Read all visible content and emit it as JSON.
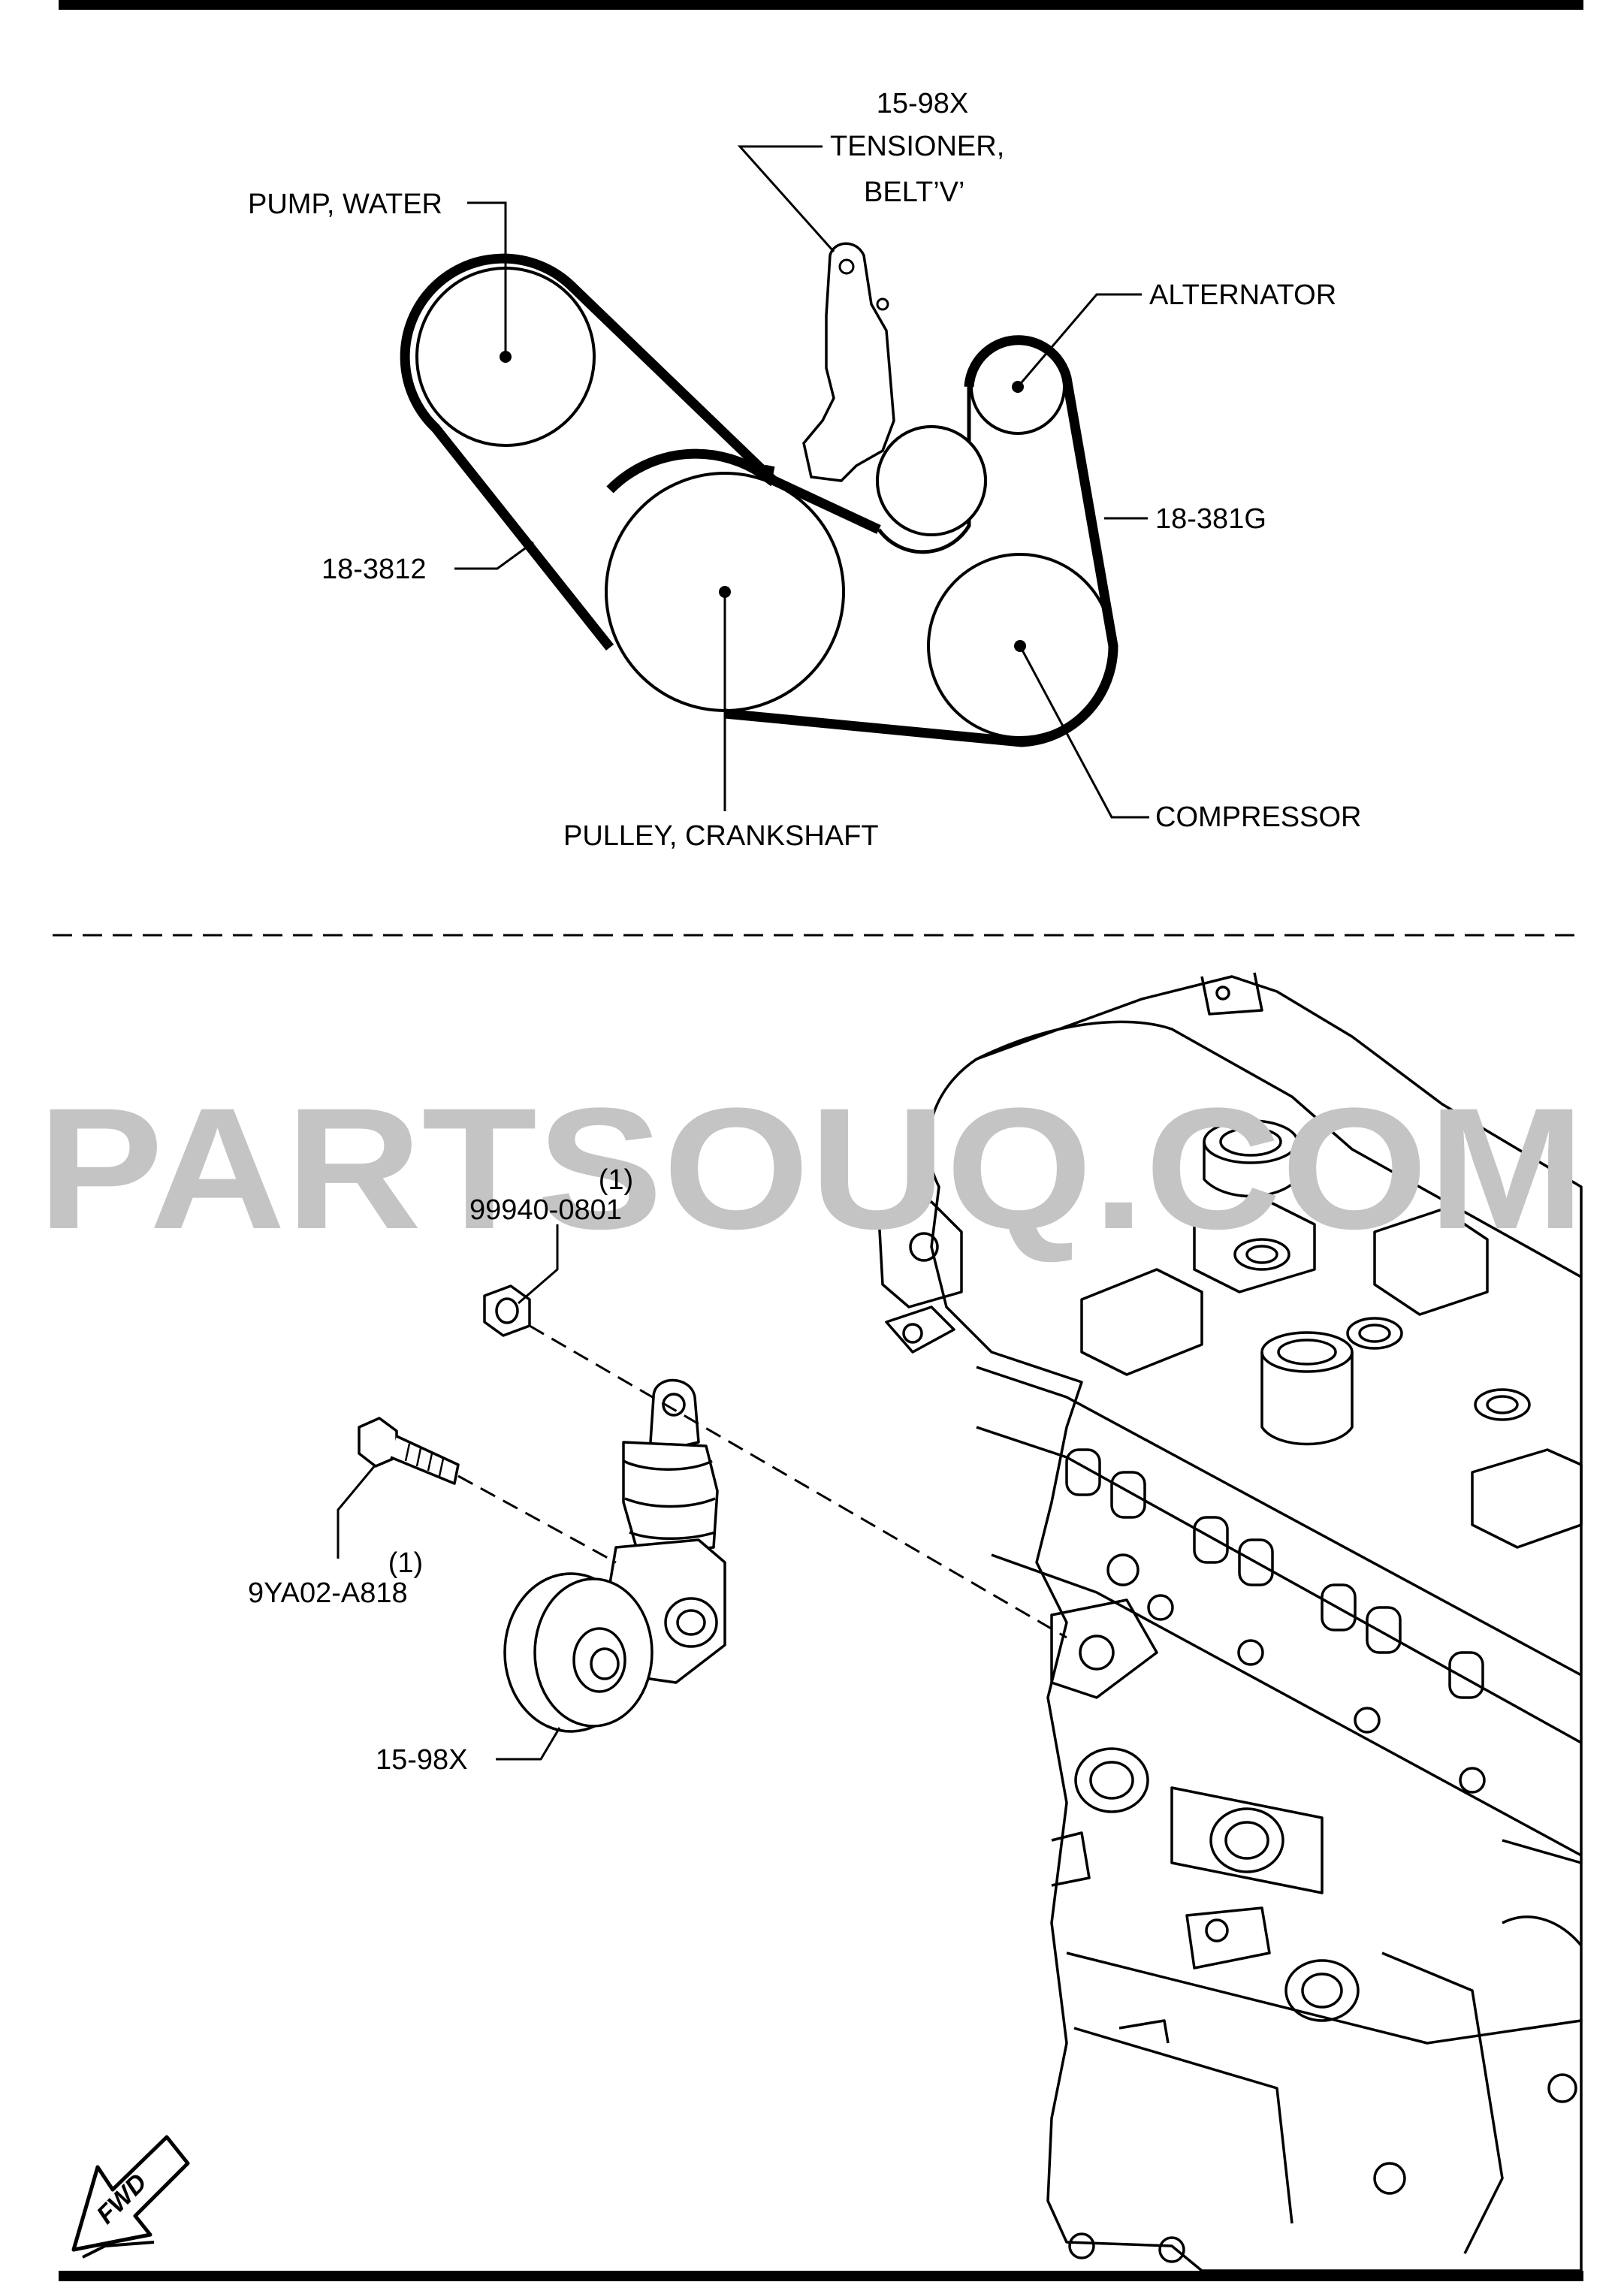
{
  "top_diagram": {
    "labels": {
      "tensioner_part": "15-98X",
      "tensioner_line1": "TENSIONER,",
      "tensioner_line2": "BELT’V’",
      "water_pump": "PUMP, WATER",
      "alternator": "ALTERNATOR",
      "belt_alt": "18-381G",
      "belt_main": "18-3812",
      "crankshaft": "PULLEY, CRANKSHAFT",
      "compressor": "COMPRESSOR"
    }
  },
  "watermark": "PARTSOUQ.COM",
  "bottom_diagram": {
    "nut": {
      "qty": "(1)",
      "part": "99940-0801"
    },
    "bolt": {
      "qty": "(1)",
      "part": "9YA02-A818"
    },
    "tensioner_part": "15-98X",
    "fwd": "FWD"
  },
  "colors": {
    "line": "#000000",
    "watermark": "#c4c4c4",
    "background": "#ffffff"
  }
}
